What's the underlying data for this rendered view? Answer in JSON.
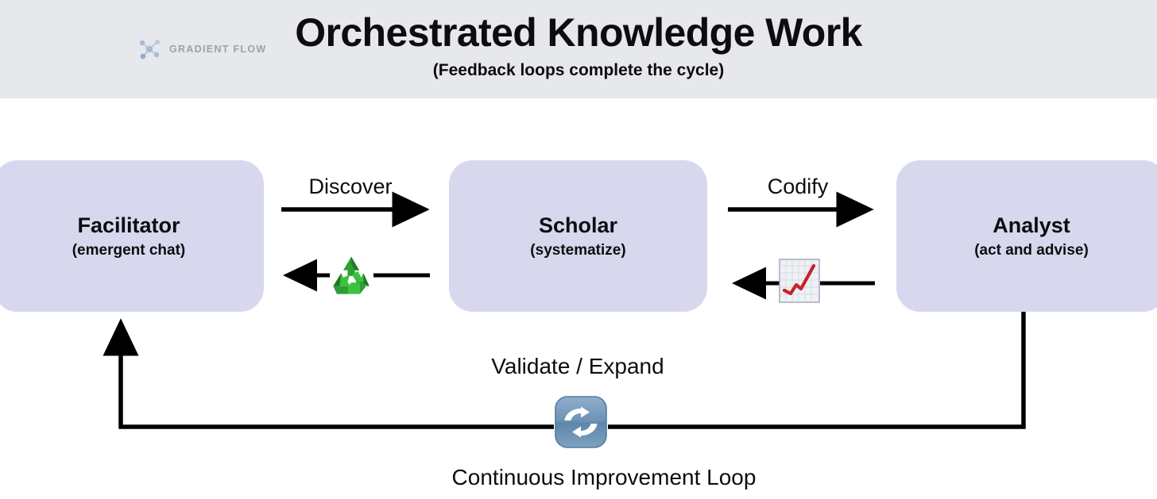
{
  "header": {
    "brand_name": "GRADIENT FLOW",
    "brand_icon": "node-graph-icon",
    "title": "Orchestrated Knowledge Work",
    "subtitle": "(Feedback loops complete the cycle)",
    "band_color": "#e7e8ec"
  },
  "diagram": {
    "box_fill": "#d7d8ee",
    "line_color": "#000000",
    "nodes": [
      {
        "id": "facilitator",
        "title": "Facilitator",
        "subtitle": "(emergent chat)"
      },
      {
        "id": "scholar",
        "title": "Scholar",
        "subtitle": "(systematize)"
      },
      {
        "id": "analyst",
        "title": "Analyst",
        "subtitle": "(act and advise)"
      }
    ],
    "edges": [
      {
        "id": "discover",
        "label": "Discover",
        "from": "facilitator",
        "to": "scholar",
        "direction": "right"
      },
      {
        "id": "return-1",
        "label": "",
        "from": "scholar",
        "to": "facilitator",
        "direction": "left",
        "icon": "recycle-icon"
      },
      {
        "id": "codify",
        "label": "Codify",
        "from": "scholar",
        "to": "analyst",
        "direction": "right"
      },
      {
        "id": "return-2",
        "label": "",
        "from": "analyst",
        "to": "scholar",
        "direction": "left",
        "icon": "chart-increasing-icon"
      },
      {
        "id": "feedback",
        "label": "Validate / Expand",
        "from": "analyst",
        "to": "facilitator",
        "direction": "left-up",
        "icon": "sync-icon"
      }
    ],
    "loop_caption": "Continuous Improvement Loop"
  }
}
